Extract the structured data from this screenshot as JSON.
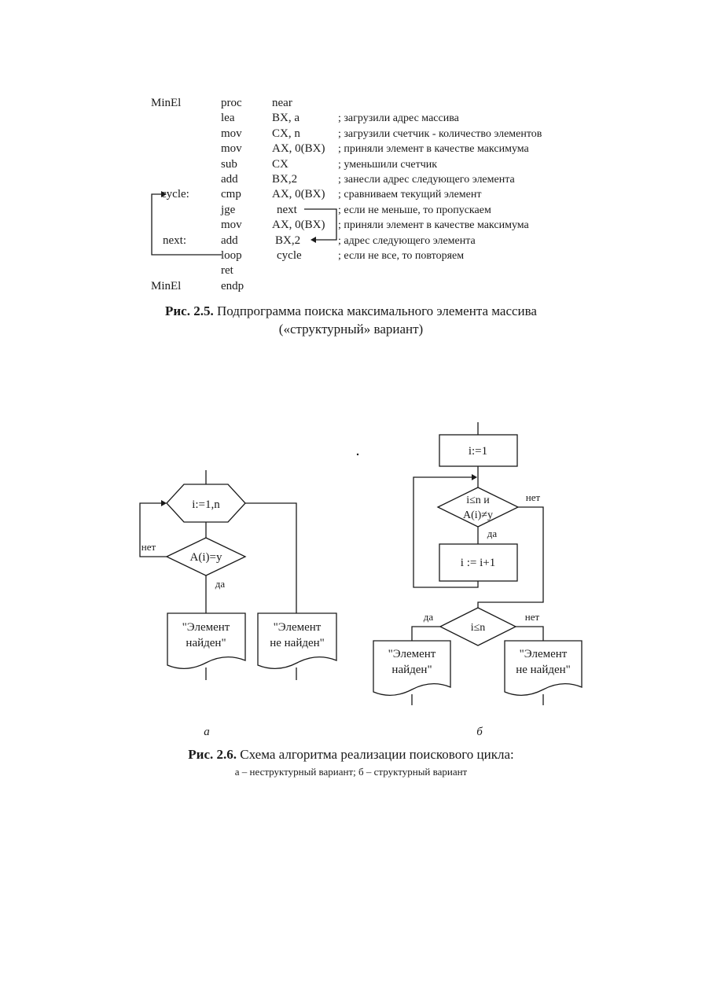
{
  "listing": {
    "rows": [
      {
        "label": "MinEl",
        "op": "proc",
        "arg": "near",
        "comment": ""
      },
      {
        "label": "",
        "op": "lea",
        "arg": "BX, a",
        "comment": ";  загрузили адрес массива"
      },
      {
        "label": "",
        "op": "mov",
        "arg": "CX, n",
        "comment": "; загрузили счетчик - количество элементов"
      },
      {
        "label": "",
        "op": "mov",
        "arg": "AX, 0(BX)",
        "comment": "; приняли элемент в качестве максимума"
      },
      {
        "label": "",
        "op": "sub",
        "arg": "CX",
        "comment": "; уменьшили счетчик"
      },
      {
        "label": "",
        "op": "add",
        "arg": "BX,2",
        "comment": "; занесли адрес следующего элемента"
      },
      {
        "label": "cycle:",
        "op": "cmp",
        "arg": "AX, 0(BX)",
        "comment": "; сравниваем текущий элемент"
      },
      {
        "label": "",
        "op": "jge",
        "arg": "next",
        "comment": "; если не меньше, то пропускаем"
      },
      {
        "label": "",
        "op": "mov",
        "arg": "AX, 0(BX)",
        "comment": "; приняли элемент в качестве максимума"
      },
      {
        "label": "next:",
        "op": "add",
        "arg": "BX,2",
        "comment": "; адрес следующего элемента"
      },
      {
        "label": "",
        "op": "loop",
        "arg": "cycle",
        "comment": "; если не все, то повторяем"
      },
      {
        "label": "",
        "op": "ret",
        "arg": "",
        "comment": ""
      },
      {
        "label": "MinEl",
        "op": "endp",
        "arg": "",
        "comment": ""
      }
    ]
  },
  "figure_2_5": {
    "caption_bold": "Рис. 2.5.",
    "caption_text": " Подпрограмма поиска максимального элемента массива",
    "caption_line2": "(«структурный» вариант)"
  },
  "figure_2_6": {
    "left": {
      "loop_header": "i:=1,n",
      "condition": "A(i)=y",
      "no_label": "нет",
      "yes_label": "да",
      "found_line1": "\"Элемент",
      "found_line2": "найден\"",
      "notfound_line1": "\"Элемент",
      "notfound_line2": "не найден\""
    },
    "right": {
      "init": "i:=1",
      "cond_line1": "i≤n и",
      "cond_line2": "A(i)≠y",
      "cond_no": "нет",
      "cond_yes": "да",
      "increment": "i := i+1",
      "check": "i≤n",
      "check_yes": "да",
      "check_no": "нет",
      "found_line1": "\"Элемент",
      "found_line2": "найден\"",
      "notfound_line1": "\"Элемент",
      "notfound_line2": "не найден\""
    },
    "sub_a": "а",
    "sub_b": "б",
    "caption_bold": "Рис. 2.6.",
    "caption_text": " Схема алгоритма реализации поискового цикла:",
    "caption_line2": "а – неструктурный вариант; б – структурный вариант"
  }
}
